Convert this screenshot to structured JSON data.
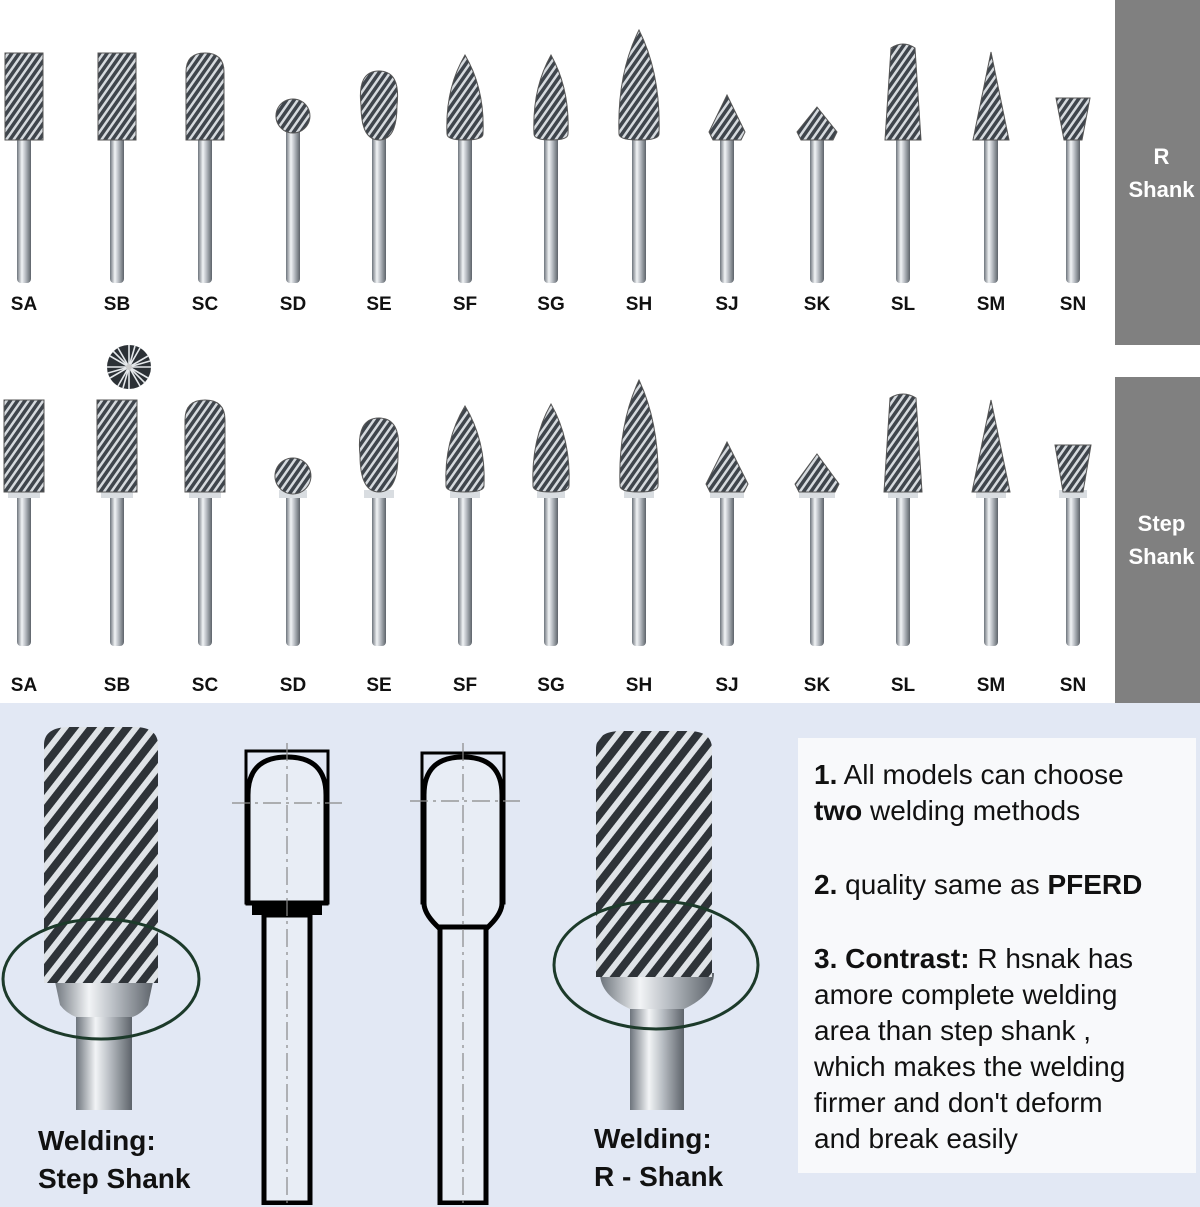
{
  "r_shank": {
    "tab_line1": "R",
    "tab_line2": "Shank",
    "labels": [
      "SA",
      "SB",
      "SC",
      "SD",
      "SE",
      "SF",
      "SG",
      "SH",
      "SJ",
      "SK",
      "SL",
      "SM",
      "SN"
    ]
  },
  "step_shank": {
    "tab_line1": "Step",
    "tab_line2": "Shank",
    "labels": [
      "SA",
      "SB",
      "SC",
      "SD",
      "SE",
      "SF",
      "SG",
      "SH",
      "SJ",
      "SK",
      "SL",
      "SM",
      "SN"
    ]
  },
  "notes": {
    "n1_num": "1.",
    "n1_text_a": "All models can choose",
    "n1_bold": "two",
    "n1_text_b": "welding methods",
    "n2_num": "2.",
    "n2_text": "quality same as",
    "n2_bold": "PFERD",
    "n3_num": "3.",
    "n3_bold": "Contrast:",
    "n3_line1": "R hsnak has",
    "n3_line2": "amore complete welding",
    "n3_line3": "area than step shank ,",
    "n3_line4": "which makes the welding",
    "n3_line5": "firmer and don't deform",
    "n3_line6": "and break easily"
  },
  "welding": {
    "left_line1": "Welding:",
    "left_line2": "Step Shank",
    "right_line1": "Welding:",
    "right_line2": "R - Shank"
  },
  "colors": {
    "tab_gray": "#808080",
    "bottom_bg": "#e2e8f4",
    "ring": "#1c3a2a"
  }
}
